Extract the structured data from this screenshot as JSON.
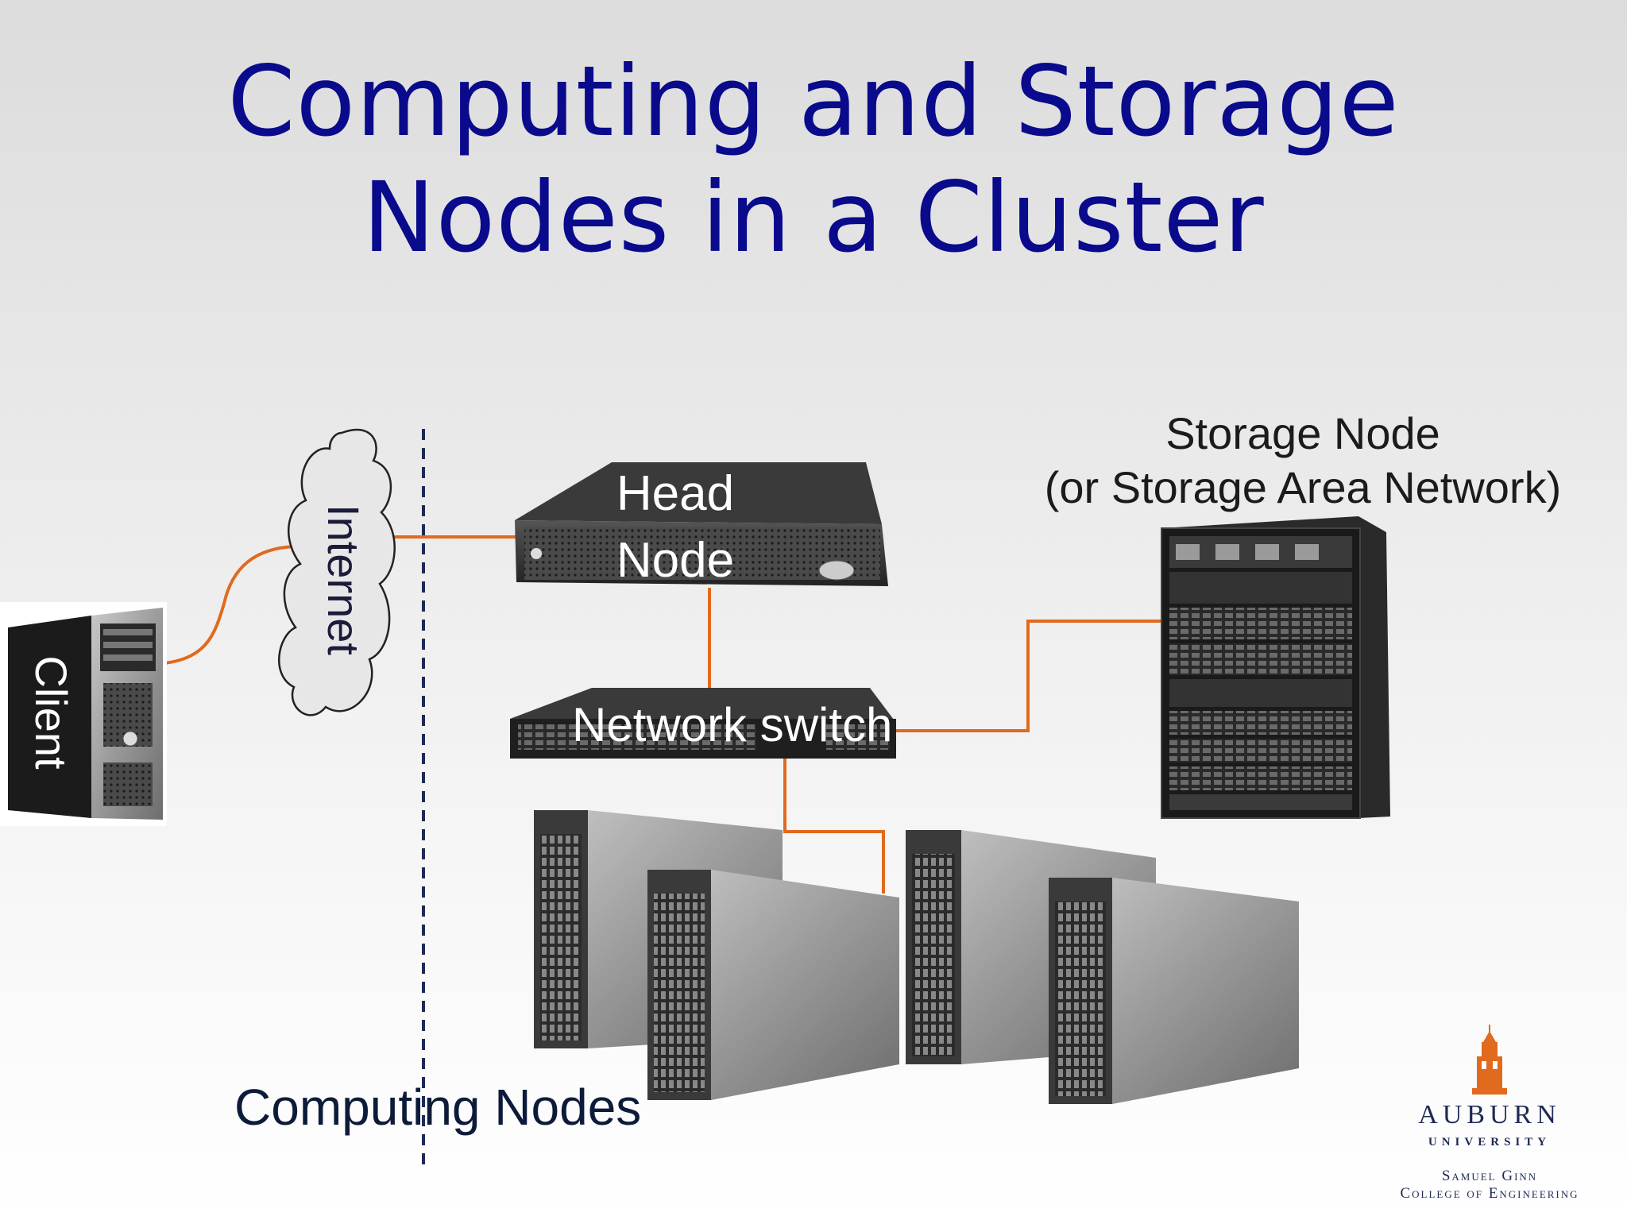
{
  "slide": {
    "title_line1": "Computing and Storage",
    "title_line2": "Nodes in a Cluster"
  },
  "nodes": {
    "storage_label_line1": "Storage Node",
    "storage_label_line2": "(or Storage Area Network)",
    "head_label_line1": "Head",
    "head_label_line2": "Node",
    "switch_label": "Network switch",
    "internet_label": "Internet",
    "client_label": "Client",
    "computing_label": "Computing Nodes"
  },
  "logo": {
    "name": "AUBURN",
    "subtitle": "UNIVERSITY",
    "line1": "Samuel Ginn",
    "line2": "College of Engineering"
  },
  "colors": {
    "title": "#0a0a8c",
    "connector": "#e06a1e",
    "divider": "#1e2a55"
  }
}
